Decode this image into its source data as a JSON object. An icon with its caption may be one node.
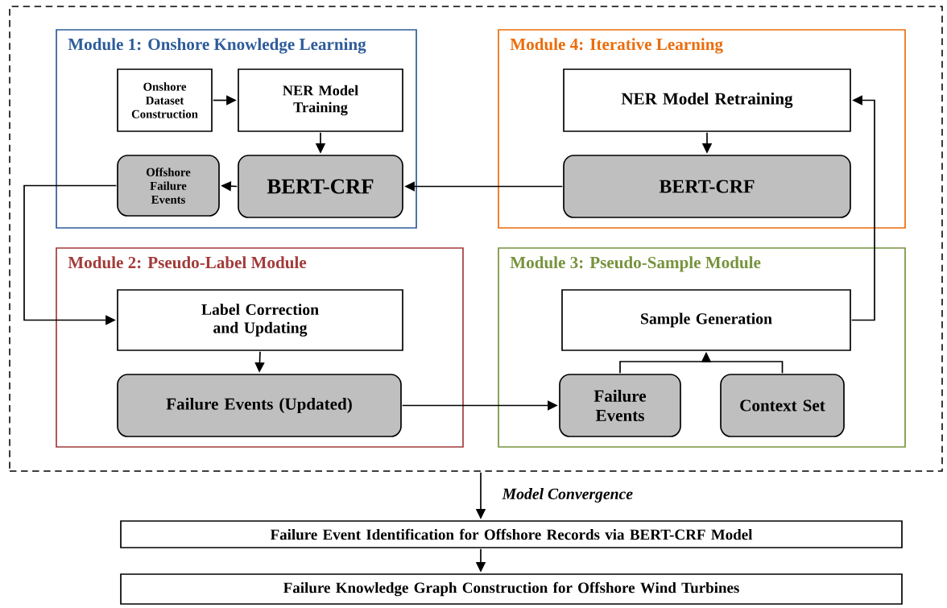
{
  "diagram": {
    "nodes": [
      {
        "text": [],
        "shape": "box"
      },
      {
        "text": [
          "Module 1: Onshore Knowledge Learning"
        ],
        "in": 0
      },
      {
        "text": [
          "Onshore Dataset Construction"
        ],
        "in": 1
      },
      {
        "text": [
          "NER Model Training"
        ],
        "in": 1
      },
      {
        "text": [
          "Offshore Failure Events"
        ],
        "in": 1
      },
      {
        "text": [
          "BERT-CRF"
        ],
        "in": 1
      },
      {
        "text": [
          "Module 4: Iterative Learning"
        ],
        "in": 0
      },
      {
        "text": [
          "NER Model Retraining"
        ],
        "in": 6
      },
      {
        "text": [
          "BERT-CRF"
        ],
        "in": 6
      },
      {
        "text": [
          "Module 2: Pseudo-Label Module"
        ],
        "in": 0
      },
      {
        "text": [
          "Label Correction and Updating"
        ],
        "in": 9
      },
      {
        "text": [
          "Failure Events (Updated)"
        ],
        "in": 9
      },
      {
        "text": [
          "Module 3: Pseudo-Sample Module"
        ],
        "in": 0
      },
      {
        "text": [
          "Sample Generation"
        ],
        "in": 12
      },
      {
        "text": [
          "Failure Events"
        ],
        "in": 12
      },
      {
        "text": [
          "Context Set"
        ],
        "in": 12
      },
      {
        "text": [
          "Failure Event Identification for Offshore Records via BERT-CRF Model"
        ]
      },
      {
        "text": [
          "Failure Knowledge Graph Construction for Offshore Wind Turbines"
        ]
      }
    ],
    "edges": [
      {
        "from": 2,
        "to": 3,
        "arrow": "to"
      },
      {
        "from": 3,
        "to": 5,
        "arrow": "to"
      },
      {
        "from": 5,
        "to": 4,
        "arrow": "to"
      },
      {
        "from": 8,
        "to": 5,
        "arrow": "to"
      },
      {
        "from": 7,
        "to": 8,
        "arrow": "to"
      },
      {
        "from": 4,
        "to": 10,
        "arrow": "to"
      },
      {
        "from": 10,
        "to": 11,
        "arrow": "to"
      },
      {
        "from": 11,
        "to": 14,
        "arrow": "to"
      },
      {
        "from": 14,
        "to": 13,
        "arrow": "to"
      },
      {
        "from": 15,
        "to": 13,
        "arrow": "to"
      },
      {
        "from": 13,
        "to": 7,
        "arrow": "to"
      },
      {
        "from": 0,
        "to": 16,
        "arrow": "to",
        "label": "Model Convergence"
      },
      {
        "from": 16,
        "to": 17,
        "arrow": "to"
      }
    ]
  }
}
